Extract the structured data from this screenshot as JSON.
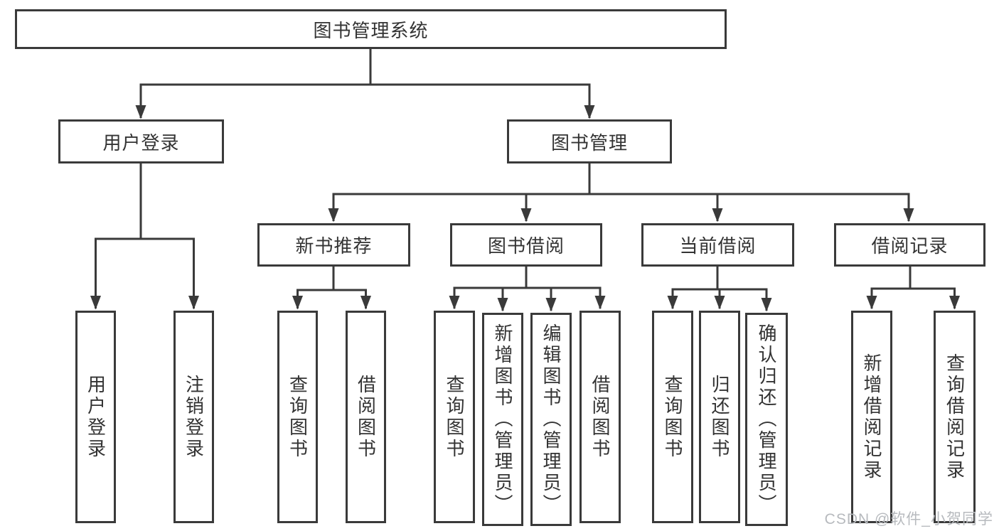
{
  "diagram": {
    "title": "图书管理系统",
    "nodes": {
      "root": {
        "label": "图书管理系统"
      },
      "user_login": {
        "label": "用户登录"
      },
      "book_mgmt": {
        "label": "图书管理"
      },
      "new_book_rec": {
        "label": "新书推荐"
      },
      "book_borrow": {
        "label": "图书借阅"
      },
      "current_borrow": {
        "label": "当前借阅"
      },
      "borrow_records": {
        "label": "借阅记录"
      },
      "login": {
        "label": "用户登录"
      },
      "logout": {
        "label": "注销登录"
      },
      "rec_query_books": {
        "label": "查询图书"
      },
      "rec_borrow_books": {
        "label": "借阅图书"
      },
      "bb_query_books": {
        "label": "查询图书"
      },
      "bb_add_books": {
        "label": "新增图书（管理员）"
      },
      "bb_edit_books": {
        "label": "编辑图书（管理员）"
      },
      "bb_borrow_books": {
        "label": "借阅图书"
      },
      "cb_query_books": {
        "label": "查询图书"
      },
      "cb_return_books": {
        "label": "归还图书"
      },
      "cb_confirm_return": {
        "label": "确认归还（管理员）"
      },
      "br_add_record": {
        "label": "新增借阅记录"
      },
      "br_query_record": {
        "label": "查询借阅记录"
      }
    },
    "colors": {
      "line": "#3a3a3a",
      "border": "#3a3a3a",
      "text": "#333333",
      "background": "#ffffff",
      "watermark": "#b7babe"
    }
  },
  "watermark": {
    "text": "CSDN @软件_小贺同学"
  }
}
